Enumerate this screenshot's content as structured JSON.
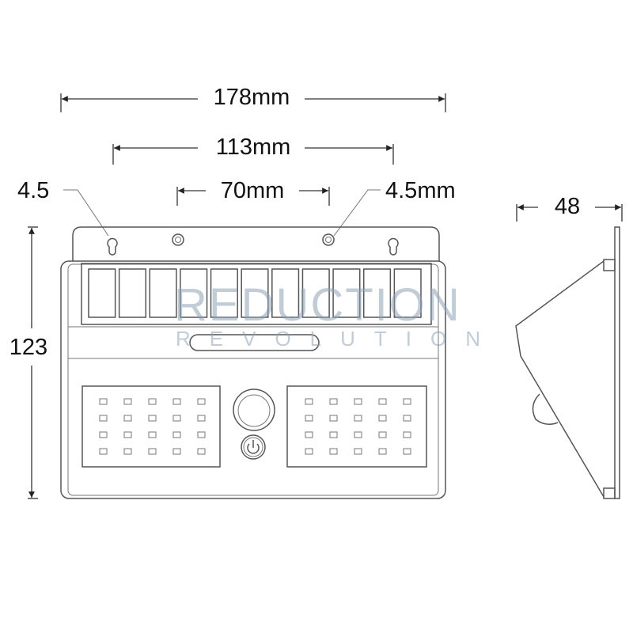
{
  "dimensions": {
    "overall_width": "178mm",
    "mount_spacing": "113mm",
    "inner_spacing": "70mm",
    "hole_left": "4.5",
    "hole_right": "4.5mm",
    "height": "123",
    "depth": "48"
  },
  "watermark": {
    "line1": "REDUCTION",
    "line2": "REVOLUTION"
  },
  "led_grid": {
    "columns": 5,
    "rows": 4,
    "panels": 2
  },
  "solar_cells": 11
}
